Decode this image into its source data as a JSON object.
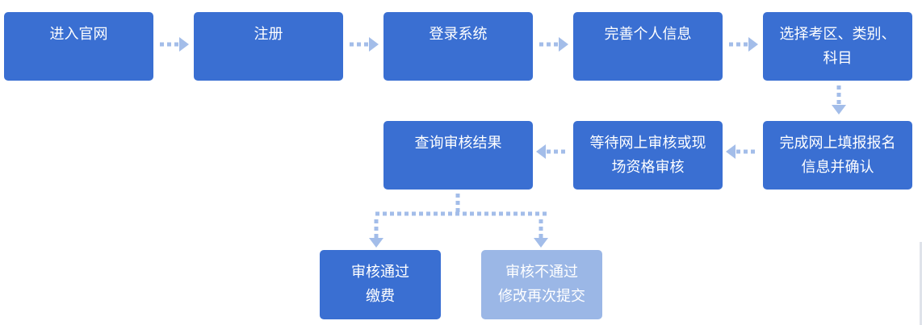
{
  "colors": {
    "box_dark": "#3a6fd2",
    "box_light": "#9bb7e6",
    "connector": "#a3bde9",
    "text": "#ffffff"
  },
  "steps": [
    {
      "id": "s1",
      "lines": [
        "进入官网"
      ],
      "style": "dark"
    },
    {
      "id": "s2",
      "lines": [
        "注册"
      ],
      "style": "dark"
    },
    {
      "id": "s3",
      "lines": [
        "登录系统"
      ],
      "style": "dark"
    },
    {
      "id": "s4",
      "lines": [
        "完善个人信息"
      ],
      "style": "dark"
    },
    {
      "id": "s5",
      "lines": [
        "选择考区、类别、",
        "科目"
      ],
      "style": "dark"
    },
    {
      "id": "s6",
      "lines": [
        "完成网上填报报名",
        "信息并确认"
      ],
      "style": "dark"
    },
    {
      "id": "s7",
      "lines": [
        "等待网上审核或现",
        "场资格审核"
      ],
      "style": "dark"
    },
    {
      "id": "s8",
      "lines": [
        "查询审核结果"
      ],
      "style": "dark"
    },
    {
      "id": "s9",
      "lines": [
        "审核通过",
        "缴费"
      ],
      "style": "dark"
    },
    {
      "id": "s10",
      "lines": [
        "审核不通过",
        "修改再次提交"
      ],
      "style": "light"
    }
  ],
  "edges": [
    {
      "from": "s1",
      "to": "s2"
    },
    {
      "from": "s2",
      "to": "s3"
    },
    {
      "from": "s3",
      "to": "s4"
    },
    {
      "from": "s4",
      "to": "s5"
    },
    {
      "from": "s5",
      "to": "s6"
    },
    {
      "from": "s6",
      "to": "s7"
    },
    {
      "from": "s7",
      "to": "s8"
    },
    {
      "from": "s8",
      "to": "s9"
    },
    {
      "from": "s8",
      "to": "s10"
    }
  ]
}
